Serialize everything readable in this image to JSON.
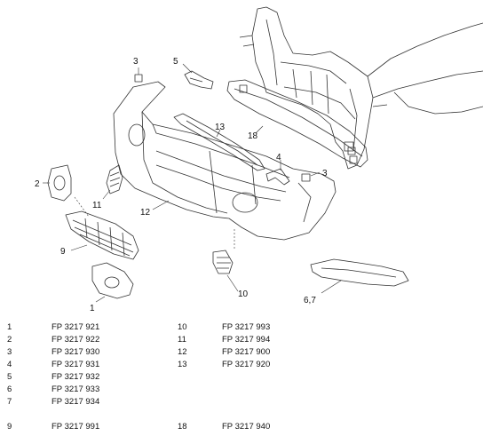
{
  "callouts": {
    "c1": "1",
    "c2": "2",
    "c3a": "3",
    "c3b": "3",
    "c4": "4",
    "c5": "5",
    "c67": "6,7",
    "c9": "9",
    "c10": "10",
    "c11": "11",
    "c12": "12",
    "c13": "13",
    "c18": "18"
  },
  "parts_left": [
    {
      "num": "1",
      "code": "FP 3217 921"
    },
    {
      "num": "2",
      "code": "FP 3217 922"
    },
    {
      "num": "3",
      "code": "FP 3217 930"
    },
    {
      "num": "4",
      "code": "FP 3217 931"
    },
    {
      "num": "5",
      "code": "FP 3217 932"
    },
    {
      "num": "6",
      "code": "FP 3217 933"
    },
    {
      "num": "7",
      "code": "FP 3217 934"
    },
    {
      "num": "9",
      "code": "FP 3217 991"
    }
  ],
  "parts_right": [
    {
      "num": "10",
      "code": "FP 3217 993"
    },
    {
      "num": "11",
      "code": "FP 3217 994"
    },
    {
      "num": "12",
      "code": "FP 3217 900"
    },
    {
      "num": "13",
      "code": "FP 3217 920"
    },
    {
      "num": "18",
      "code": "FP 3217 940"
    }
  ]
}
